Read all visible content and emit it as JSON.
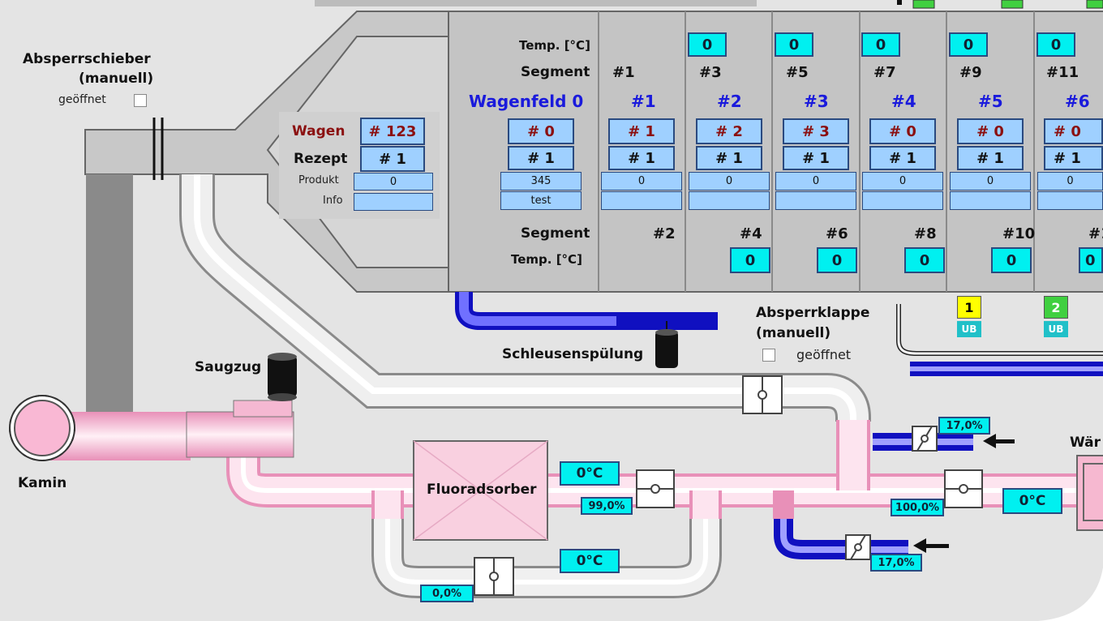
{
  "shutoff_valve": {
    "title_line1": "Absperrschieber",
    "title_line2": "(manuell)",
    "state_label": "geöffnet"
  },
  "shutoff_flap": {
    "title_line1": "Absperrklappe",
    "title_line2": "(manuell)",
    "state_label": "geöffnet"
  },
  "labels": {
    "kamin": "Kamin",
    "saugzug": "Saugzug",
    "schleusenspuelung": "Schleusenspülung",
    "fluoradsorber": "Fluoradsorber",
    "waermetauscher_partial": "Wär"
  },
  "wagon_panel": {
    "wagen_label": "Wagen",
    "wagen_value": "# 123",
    "rezept_label": "Rezept",
    "rezept_value": "# 1",
    "produkt_label": "Produkt",
    "produkt_value": "0",
    "info_label": "Info",
    "info_value": ""
  },
  "field_header": {
    "temp_label_top": "Temp. [°C]",
    "segment_label_top": "Segment",
    "segment_label_bottom": "Segment",
    "temp_label_bottom": "Temp. [°C]"
  },
  "wagenfeld0": {
    "title": "Wagenfeld 0",
    "wagen": "# 0",
    "rezept": "# 1",
    "produkt": "345",
    "info": "test"
  },
  "fields": [
    {
      "title": "#1",
      "seg_top": "#1",
      "temp_top": "",
      "seg_bottom": "#2",
      "temp_bottom": "",
      "wagen": "# 1",
      "rezept": "# 1",
      "produkt": "0",
      "info": ""
    },
    {
      "title": "#2",
      "seg_top": "#3",
      "temp_top": "0",
      "seg_bottom": "#4",
      "temp_bottom": "0",
      "wagen": "# 2",
      "rezept": "# 1",
      "produkt": "0",
      "info": ""
    },
    {
      "title": "#3",
      "seg_top": "#5",
      "temp_top": "0",
      "seg_bottom": "#6",
      "temp_bottom": "0",
      "wagen": "# 3",
      "rezept": "# 1",
      "produkt": "0",
      "info": ""
    },
    {
      "title": "#4",
      "seg_top": "#7",
      "temp_top": "0",
      "seg_bottom": "#8",
      "temp_bottom": "0",
      "wagen": "# 0",
      "rezept": "# 1",
      "produkt": "0",
      "info": ""
    },
    {
      "title": "#5",
      "seg_top": "#9",
      "temp_top": "0",
      "seg_bottom": "#10",
      "temp_bottom": "0",
      "wagen": "# 0",
      "rezept": "# 1",
      "produkt": "0",
      "info": ""
    },
    {
      "title": "#6",
      "seg_top": "#11",
      "temp_top": "0",
      "seg_bottom": "#1",
      "temp_bottom": "0",
      "wagen": "# 0",
      "rezept": "# 1",
      "produkt": "0",
      "info": ""
    }
  ],
  "ub_markers": [
    {
      "number": "1",
      "label": "UB",
      "color": "#ffff00"
    },
    {
      "number": "2",
      "label": "UB",
      "color": "#40d040"
    }
  ],
  "readings": {
    "fluor_outlet_temp": "0°C",
    "fluor_outlet_pct": "99,0%",
    "bypass_temp": "0°C",
    "bypass_pct": "0,0%",
    "upper_inlet_pct": "17,0%",
    "lower_inlet_pct": "17,0%",
    "main_pct": "100,0%",
    "main_temp": "0°C"
  },
  "colors": {
    "background": "#e4e4e4",
    "hot_pipe": "#f8c8dc",
    "cold_pipe": "#2020e0",
    "display_cyan": "#00f0f0",
    "input_blue": "#9fd0ff"
  }
}
